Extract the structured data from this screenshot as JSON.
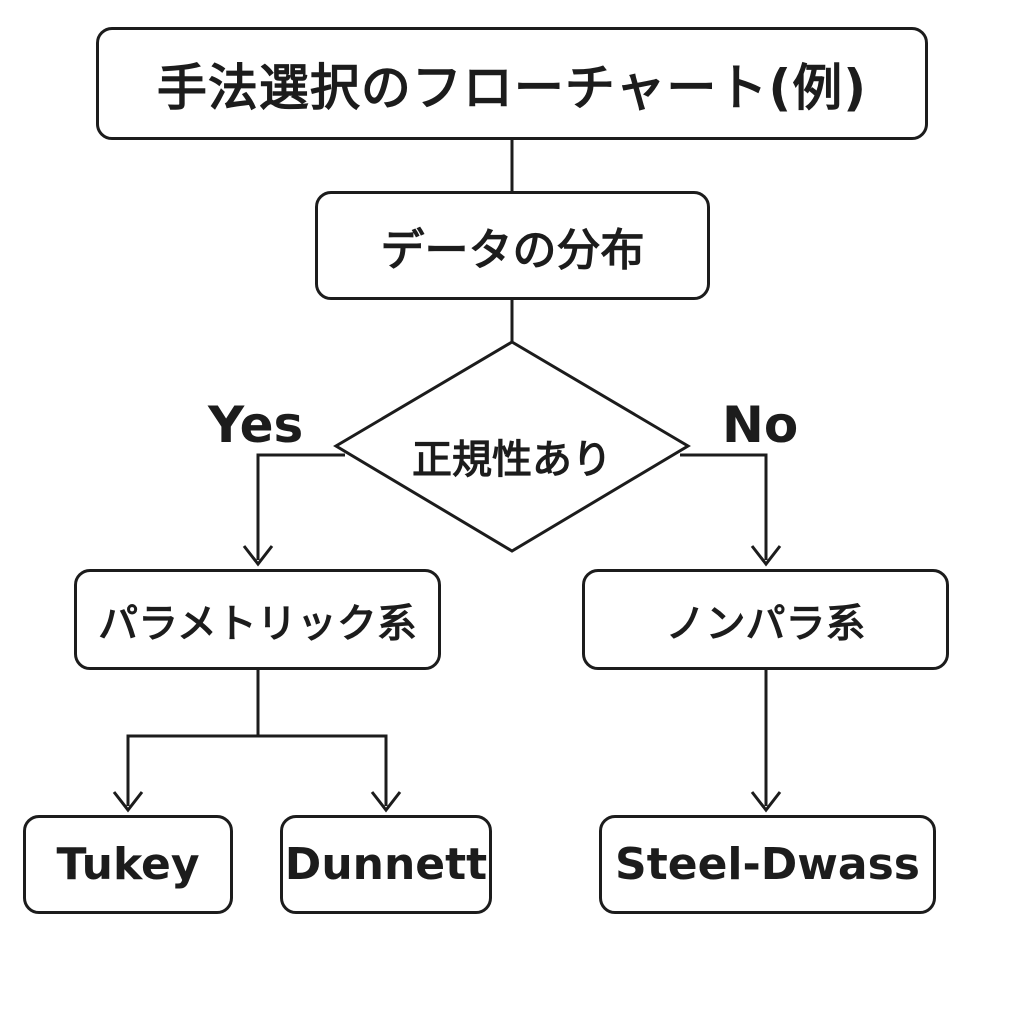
{
  "title": "手法選択のフローチャート(例)",
  "nodes": {
    "distribution": "データの分布",
    "normality": "正規性あり",
    "parametric": "パラメトリック系",
    "nonparametric": "ノンパラ系",
    "tukey": "Tukey",
    "dunnett": "Dunnett",
    "steel_dwass": "Steel-Dwass"
  },
  "branches": {
    "yes": "Yes",
    "no": "No"
  },
  "colors": {
    "stroke": "#1c1c1c",
    "background": "#ffffff"
  }
}
